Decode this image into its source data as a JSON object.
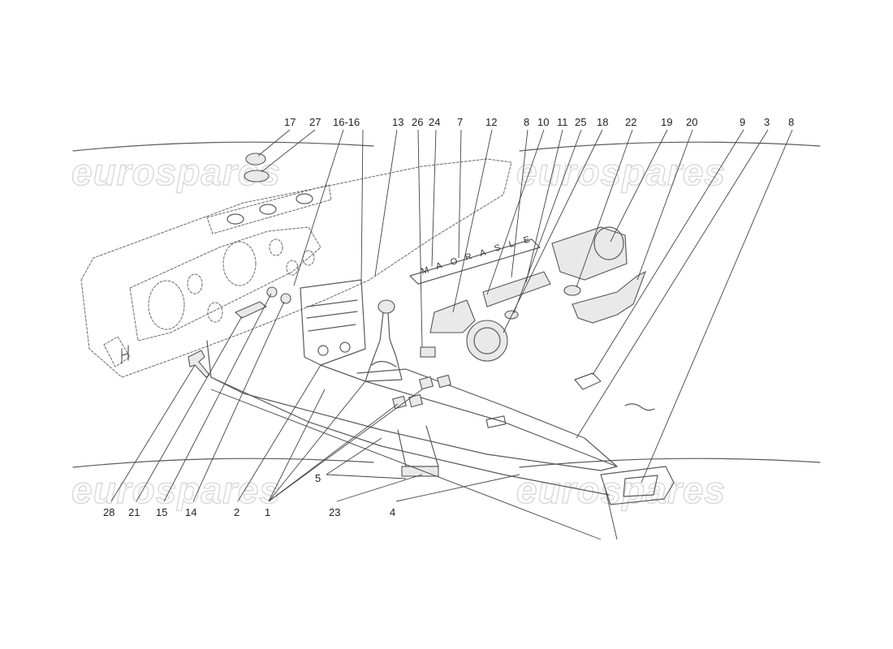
{
  "watermark": {
    "text": "eurospares"
  },
  "callouts_top": [
    "17",
    "27",
    "16-16",
    "13",
    "26",
    "24",
    "7",
    "12",
    "8",
    "10",
    "11",
    "25",
    "18",
    "22",
    "19",
    "20",
    "9",
    "3",
    "8"
  ],
  "callouts_bottom": [
    "28",
    "21",
    "15",
    "14",
    "2",
    "1",
    "23",
    "4",
    "5"
  ],
  "badge": {
    "letters": [
      "M",
      "A",
      "O",
      "R",
      "A",
      "S",
      "L",
      "E"
    ]
  }
}
